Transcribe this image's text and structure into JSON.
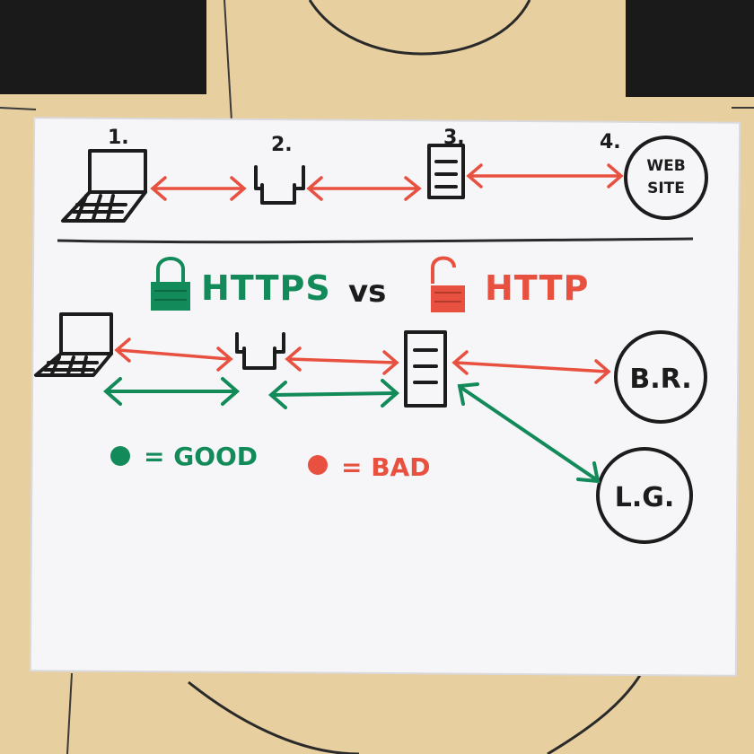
{
  "colors": {
    "backdrop": "#e8cf9f",
    "paper": "#f6f6f8",
    "ink_black": "#1c1c1c",
    "ink_red": "#e8503f",
    "ink_green": "#128a5a"
  },
  "top_diagram": {
    "step_labels": [
      "1.",
      "2.",
      "3.",
      "4."
    ],
    "website_label_line1": "WEB",
    "website_label_line2": "SITE",
    "icons": [
      "laptop-icon",
      "router-icon",
      "server-icon",
      "website-circle"
    ]
  },
  "comparison": {
    "secure_label": "HTTPS",
    "vs_label": "vs",
    "insecure_label": "HTTP",
    "secure_icon": "lock-closed-icon",
    "insecure_icon": "lock-open-icon"
  },
  "bottom_diagram": {
    "bad_site_label": "B.R.",
    "good_site_label": "L.G."
  },
  "legend": {
    "good_label": "= GOOD",
    "bad_label": "= BAD"
  }
}
